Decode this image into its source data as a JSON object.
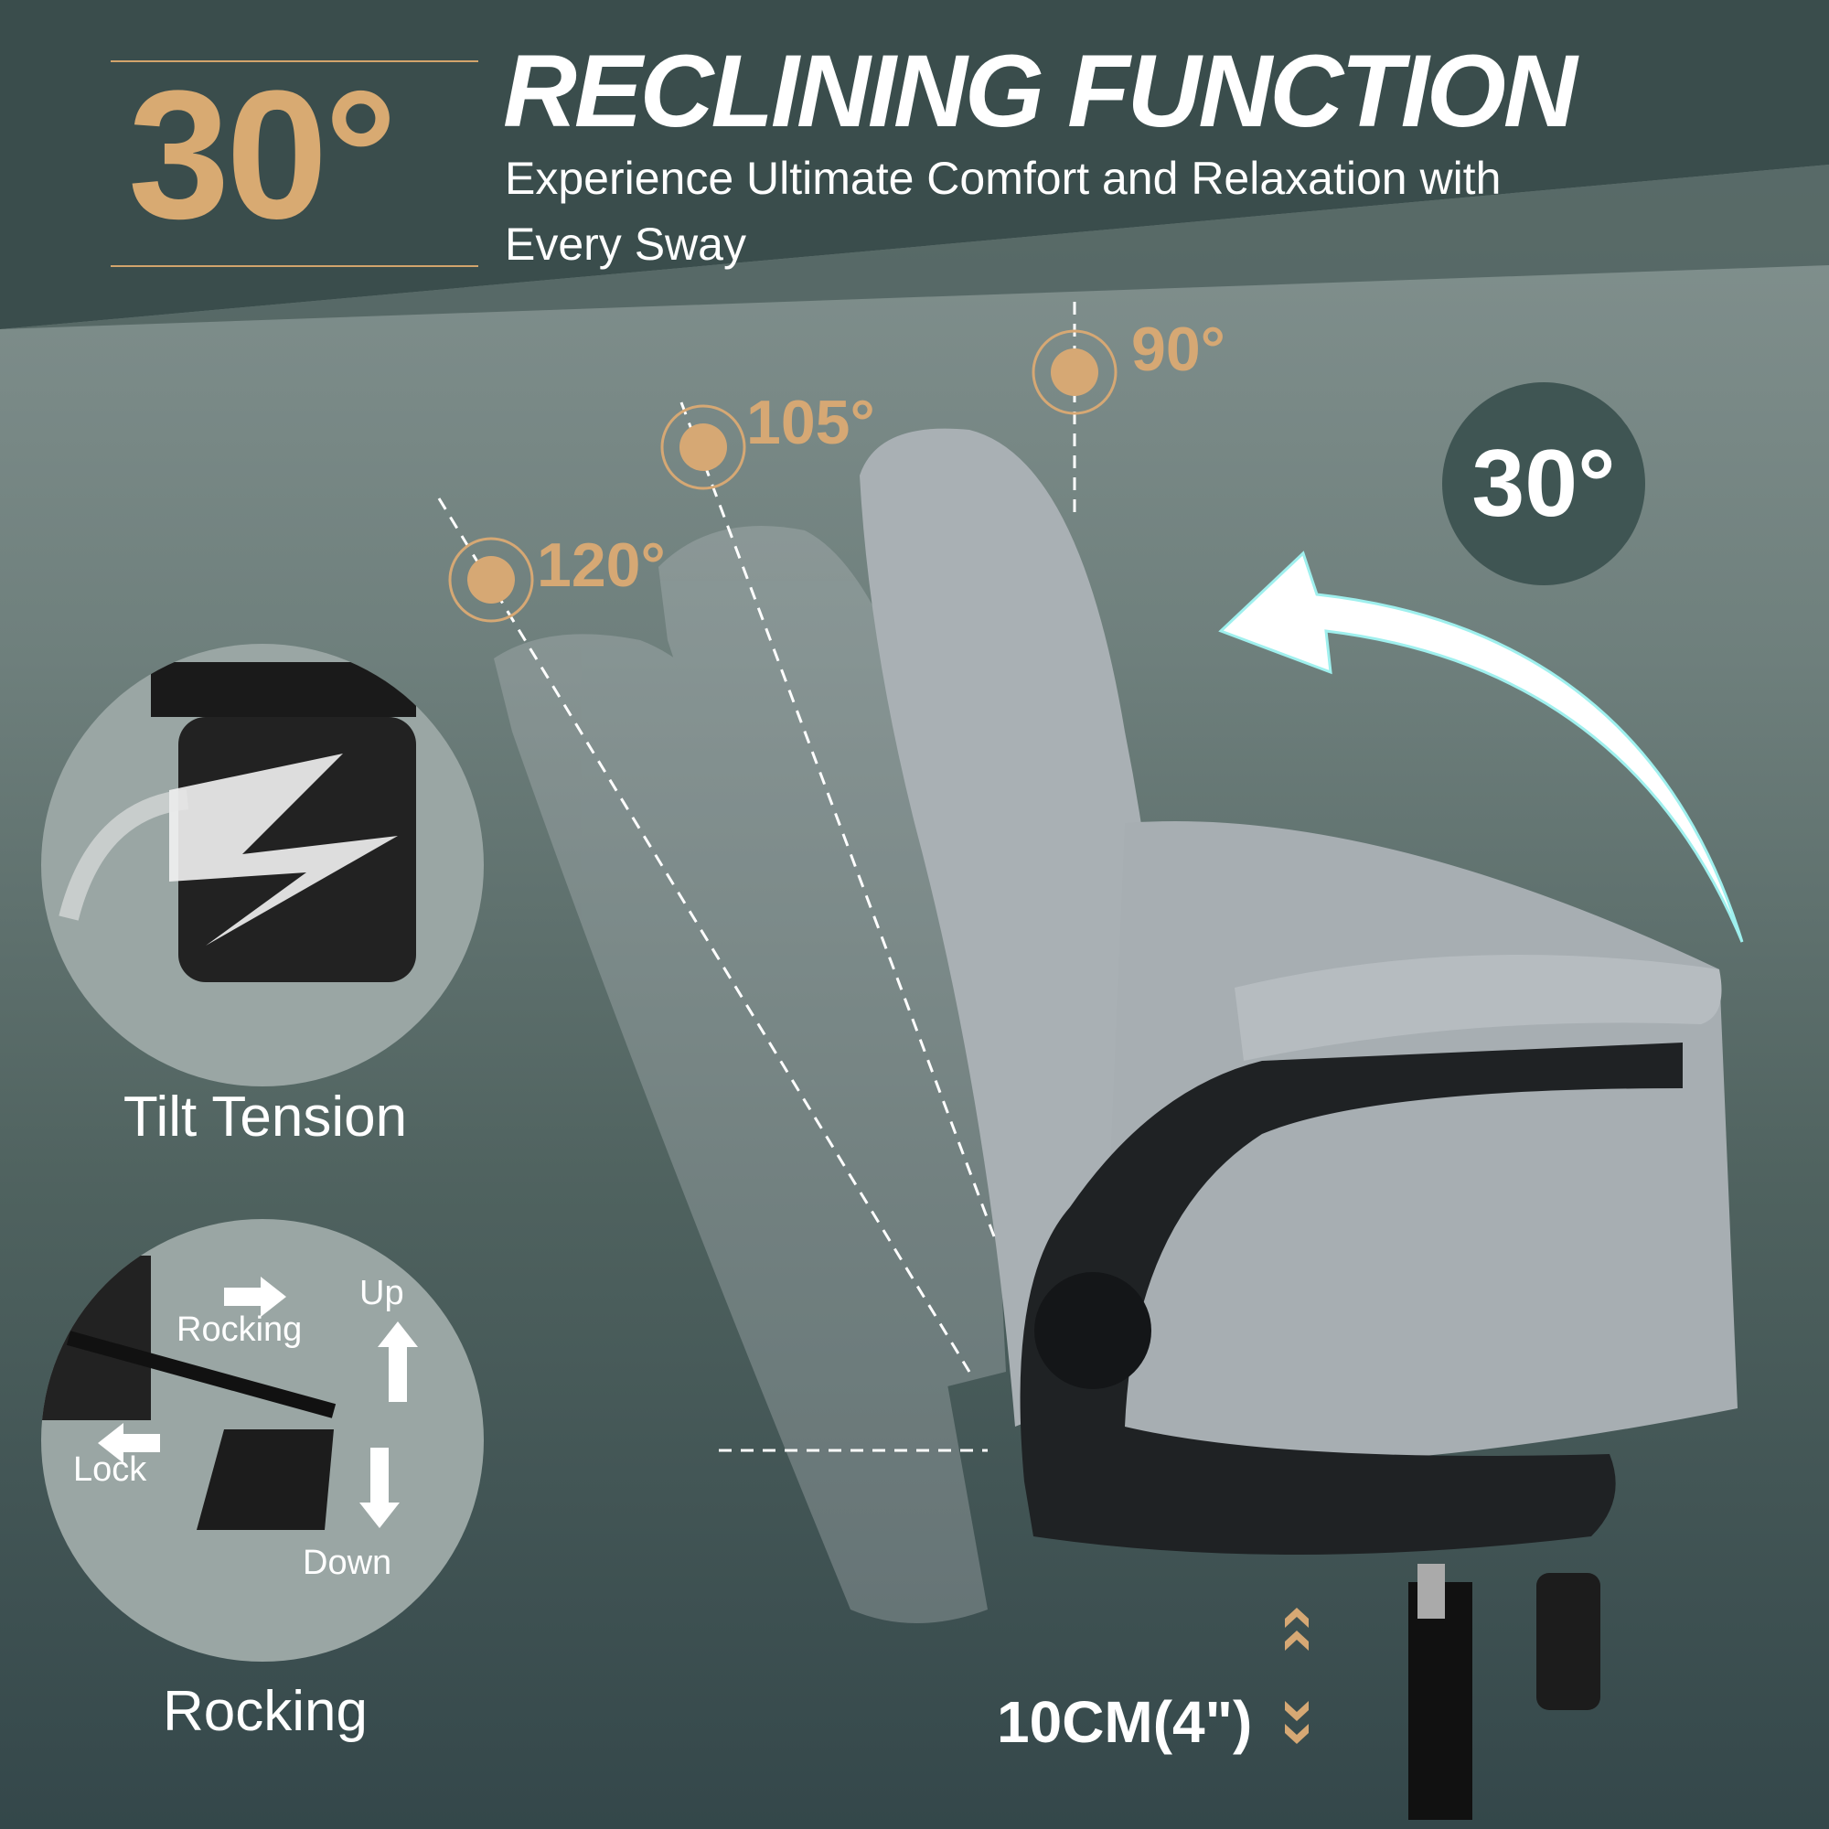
{
  "header": {
    "angle": "30°",
    "title": "RECLINING FUNCTION",
    "subtitle_line1": "Experience Ultimate Comfort and Relaxation with",
    "subtitle_line2": "Every Sway"
  },
  "badge": {
    "angle": "30°"
  },
  "recline_angles": [
    {
      "label": "90°"
    },
    {
      "label": "105°"
    },
    {
      "label": "120°"
    }
  ],
  "details": [
    {
      "caption": "Tilt Tension"
    },
    {
      "caption": "Rocking",
      "labels": {
        "rocking": "Rocking",
        "up": "Up",
        "lock": "Lock",
        "down": "Down"
      }
    }
  ],
  "height_adjust": {
    "label": "10CM(4\")"
  },
  "colors": {
    "accent_gold": "#d8aa72",
    "dark_teal": "#34494a",
    "arrow": "#ffffff"
  }
}
